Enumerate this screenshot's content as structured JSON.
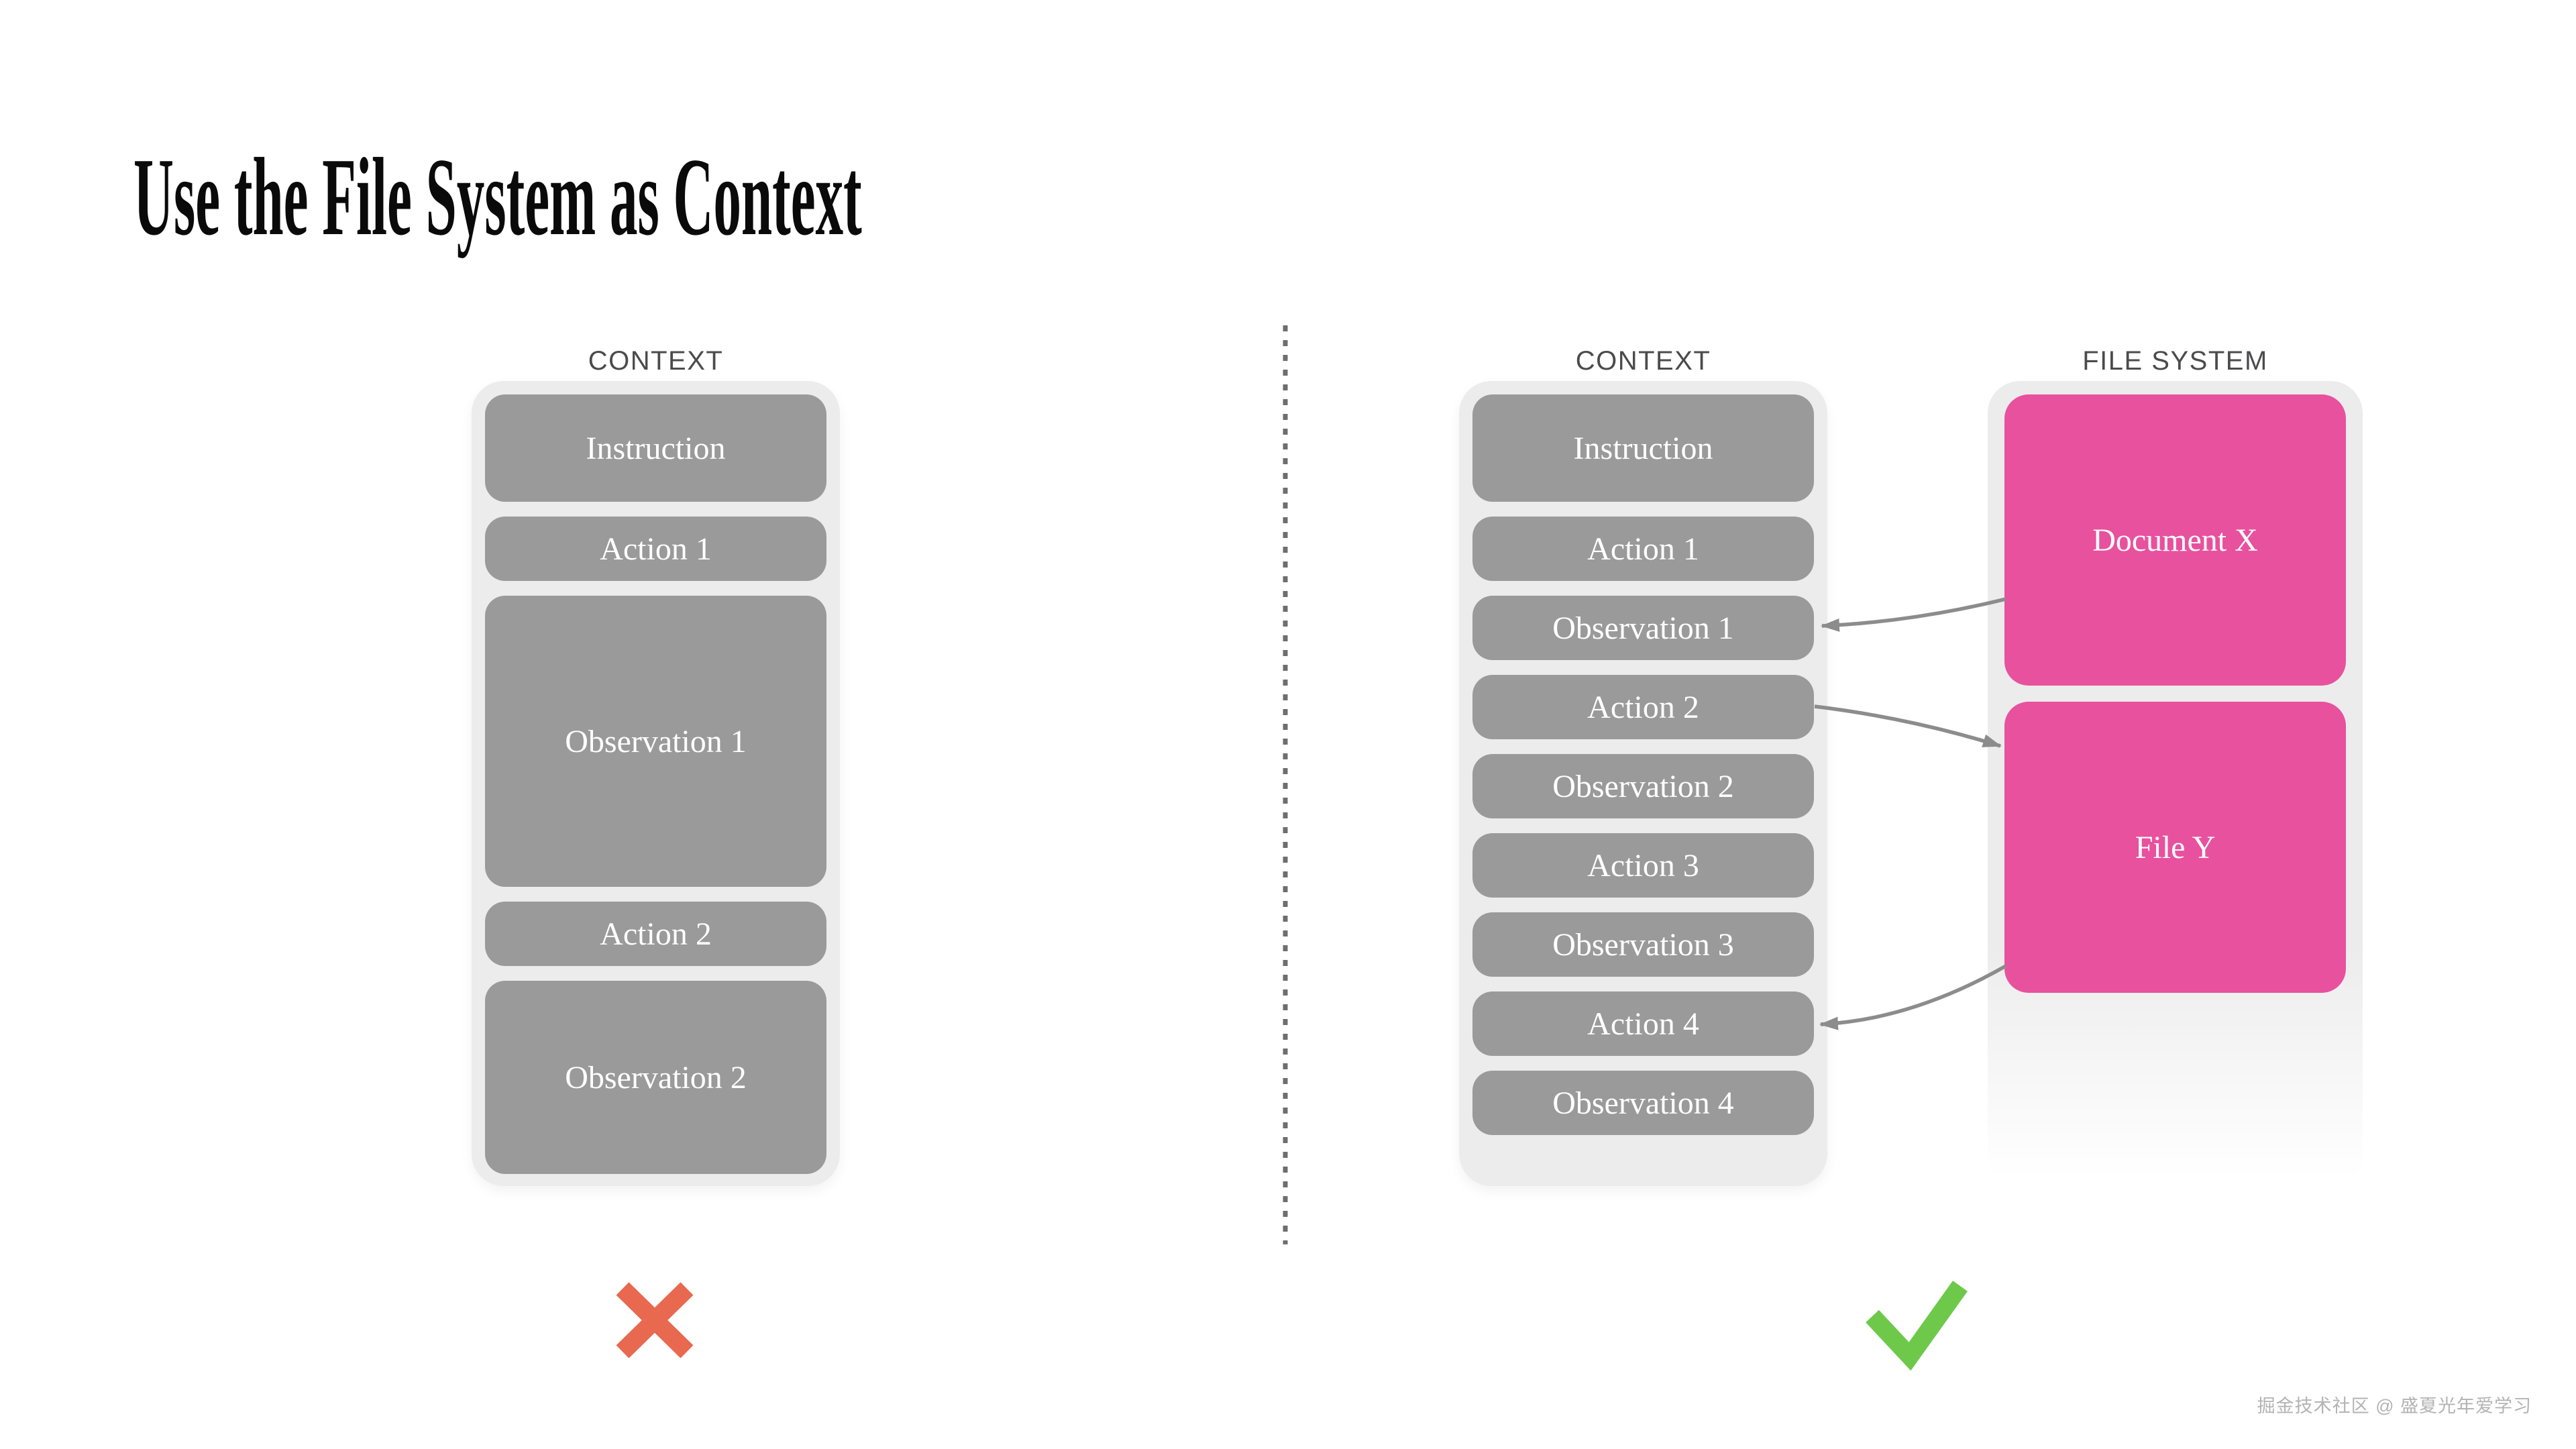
{
  "title": "Use the File System as Context",
  "left_panel": {
    "label": "CONTEXT",
    "boxes": [
      "Instruction",
      "Action 1",
      "Observation 1",
      "Action 2",
      "Observation 2"
    ],
    "verdict": "cross"
  },
  "right_panel": {
    "context": {
      "label": "CONTEXT",
      "boxes": [
        "Instruction",
        "Action 1",
        "Observation 1",
        "Action 2",
        "Observation 2",
        "Action 3",
        "Observation 3",
        "Action 4",
        "Observation 4"
      ]
    },
    "file_system": {
      "label": "FILE SYSTEM",
      "boxes": [
        "Document X",
        "File Y"
      ]
    },
    "verdict": "check"
  },
  "connections": [
    {
      "from": "Document X",
      "to": "Observation 1"
    },
    {
      "from": "Action 2",
      "to": "File Y"
    },
    {
      "from": "File Y",
      "to": "Action 4"
    }
  ],
  "watermark": "掘金技术社区 @ 盛夏光年爱学习",
  "colors": {
    "pink": "#E8519E",
    "box-gray": "#9A9A9A",
    "panel-gray": "#ECECEC",
    "label-gray": "#4B4B4D",
    "arrow-gray": "#8C8C8C",
    "divider-gray": "#6E6E6E",
    "cross-red": "#E8694F",
    "check-green": "#6EC94B",
    "watermark-gray": "#B3B3B3",
    "title-black": "#0A0A0A"
  }
}
